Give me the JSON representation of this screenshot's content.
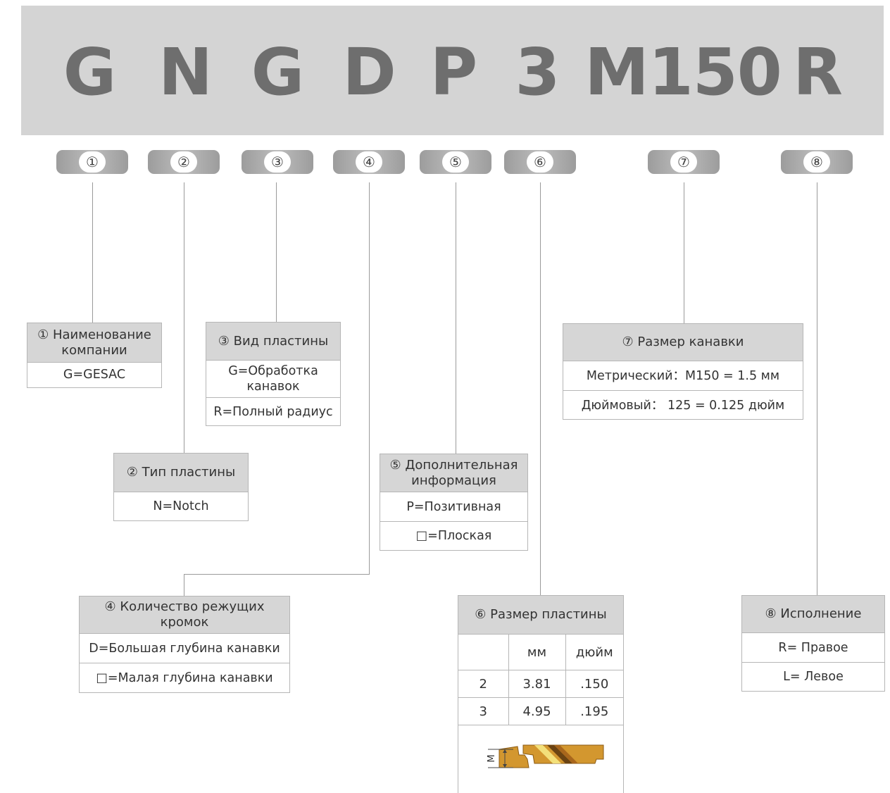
{
  "code": [
    "G",
    "N",
    "G",
    "D",
    "P",
    "3",
    "M150",
    "R"
  ],
  "markers": [
    "①",
    "②",
    "③",
    "④",
    "⑤",
    "⑥",
    "⑦",
    "⑧"
  ],
  "boxes": {
    "b1": {
      "title": "① Наименование компании",
      "rows": [
        "G=GESAC"
      ]
    },
    "b2": {
      "title": "② Тип пластины",
      "rows": [
        "N=Notch"
      ]
    },
    "b3": {
      "title": "③ Вид пластины",
      "rows": [
        "G=Обработка канавок",
        "R=Полный радиус"
      ]
    },
    "b4": {
      "title": "④ Количество режущих кромок",
      "rows": [
        "D=Большая глубина канавки",
        "□=Малая глубина канавки"
      ]
    },
    "b5": {
      "title": "⑤ Дополнительная информация",
      "rows": [
        "P=Позитивная",
        "□=Плоская"
      ]
    },
    "b6": {
      "title": "⑥ Размер пластины",
      "columns": [
        "",
        "мм",
        "дюйм"
      ],
      "rows": [
        [
          "2",
          "3.81",
          ".150"
        ],
        [
          "3",
          "4.95",
          ".195"
        ]
      ],
      "diagram_label": "M"
    },
    "b7": {
      "title": "⑦ Размер канавки",
      "rows": [
        "Метрический：M150 = 1.5 мм",
        "Дюймовый： 125 = 0.125 дюйм"
      ]
    },
    "b8": {
      "title": "⑧ Исполнение",
      "rows": [
        "R= Правое",
        "L= Левое"
      ]
    }
  },
  "colors": {
    "band": "#d4d4d4",
    "letters": "#6e6e6e",
    "header": "#d6d6d6",
    "border": "#b6b6b6",
    "insert": "#d3972f"
  }
}
